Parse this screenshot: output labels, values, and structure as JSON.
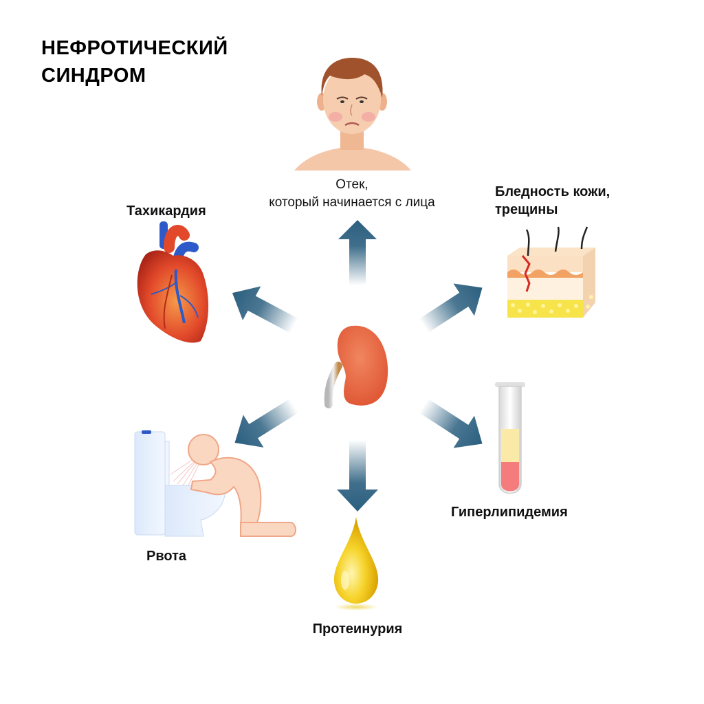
{
  "title": {
    "line1": "НЕФРОТИЧЕСКИЙ",
    "line2": "СИНДРОМ"
  },
  "center": {
    "icon": "kidney-icon"
  },
  "symptoms": [
    {
      "id": "edema",
      "line1": "Отек,",
      "line2": "который начинается с лица",
      "icon": "swollen-face-icon"
    },
    {
      "id": "pallor",
      "line1": "Бледность кожи,",
      "line2": "трещины",
      "icon": "skin-cross-section-icon"
    },
    {
      "id": "hyperlipidemia",
      "line1": "Гиперлипидемия",
      "icon": "test-tube-icon"
    },
    {
      "id": "proteinuria",
      "line1": "Протеинурия",
      "icon": "yellow-drop-icon"
    },
    {
      "id": "vomiting",
      "line1": "Рвота",
      "icon": "person-vomiting-toilet-icon"
    },
    {
      "id": "tachycardia",
      "line1": "Тахикардия",
      "icon": "heart-icon"
    }
  ],
  "colors": {
    "arrow": "#2b5f7f",
    "kidney": "#e8603c",
    "skin": "#f5c7a9",
    "hair": "#a0522d",
    "drop": "#f2c200",
    "heart": "#d93a1f",
    "vessel": "#2d59c9",
    "fat": "#f7e34a",
    "blood_serum": "#fbe9a8",
    "blood_cells": "#f47c7c",
    "toilet": "#e4f0ff"
  }
}
